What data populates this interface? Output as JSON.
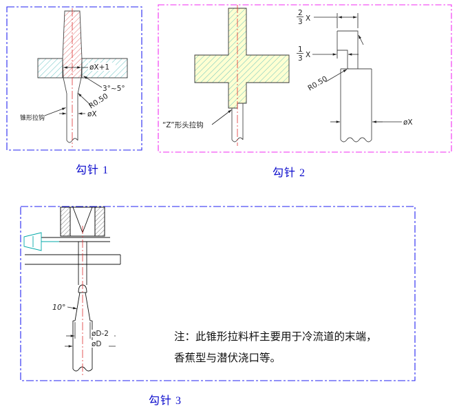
{
  "page": {
    "background": "#ffffff"
  },
  "figures": {
    "fig1": {
      "caption": "勾针 1",
      "part_label": "锥形拉钩",
      "dims": {
        "hole_dia": "øX+1",
        "taper": "3°~5°",
        "radius": "R0.50",
        "pin_dia": "øX"
      },
      "colors": {
        "border": "#2222f0",
        "pin_hatch": "#e06060",
        "plate_hatch": "#45b5b5",
        "centerline": "#e03030"
      }
    },
    "fig2": {
      "caption": "勾针 2",
      "part_label": "“Z”形头拉钩",
      "dims": {
        "frac23_num": "2",
        "frac23_den": "3",
        "frac23_sym": "X",
        "frac13_num": "1",
        "frac13_den": "3",
        "frac13_sym": "X",
        "radius": "R0.50",
        "pin_dia": "øX"
      },
      "colors": {
        "border": "#f02af0",
        "fill": "#ffffd2",
        "hatch": "#45b5b5",
        "centerline": "#e03030"
      }
    },
    "fig3": {
      "caption": "勾针 3",
      "dims": {
        "angle": "10°",
        "head_dia": "øD-2",
        "pin_dia": "øD"
      },
      "note": {
        "line1": "注：此锥形拉料杆主要用于冷流道的末端，",
        "line2": "香蕉型与潜伏浇口等。"
      },
      "colors": {
        "border": "#2222f0",
        "centerline": "#e03030",
        "water_line": "#00a8a8"
      }
    }
  }
}
